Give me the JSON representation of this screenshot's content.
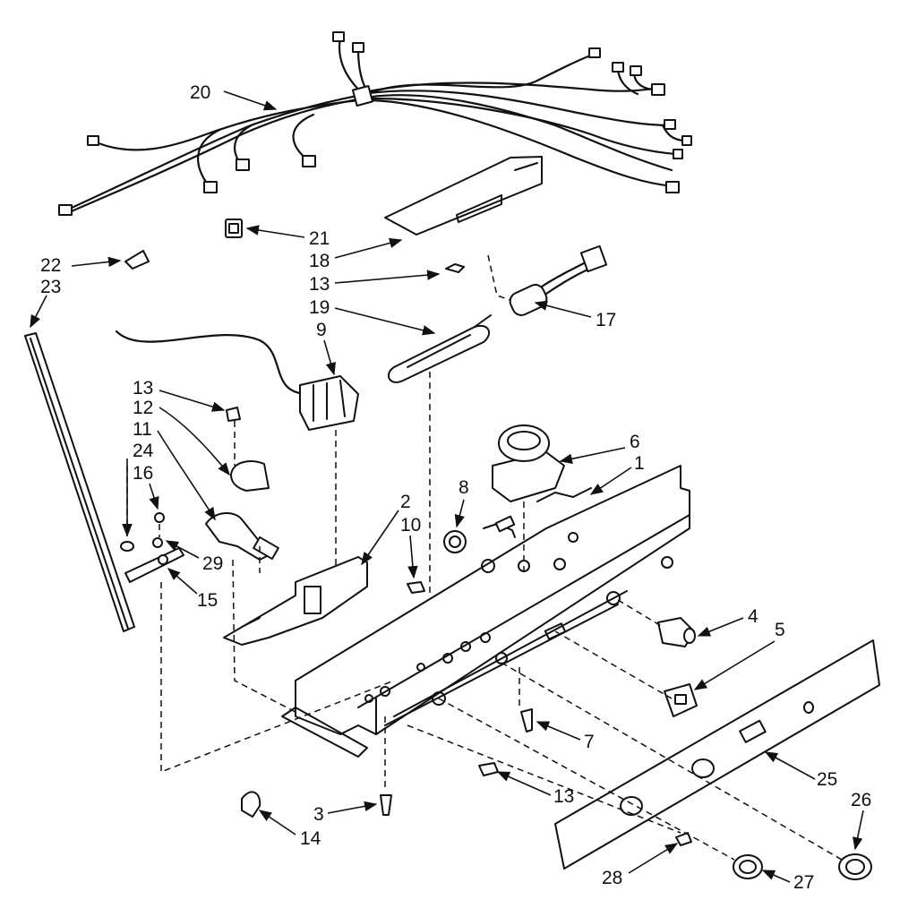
{
  "callouts": [
    {
      "id": "c20",
      "text": "20"
    },
    {
      "id": "c21",
      "text": "21"
    },
    {
      "id": "c18",
      "text": "18"
    },
    {
      "id": "c22",
      "text": "22"
    },
    {
      "id": "c23",
      "text": "23"
    },
    {
      "id": "c13a",
      "text": "13"
    },
    {
      "id": "c19",
      "text": "19"
    },
    {
      "id": "c17",
      "text": "17"
    },
    {
      "id": "c9",
      "text": "9"
    },
    {
      "id": "c13b",
      "text": "13"
    },
    {
      "id": "c12",
      "text": "12"
    },
    {
      "id": "c11",
      "text": "11"
    },
    {
      "id": "c24",
      "text": "24"
    },
    {
      "id": "c16",
      "text": "16"
    },
    {
      "id": "c29",
      "text": "29"
    },
    {
      "id": "c15",
      "text": "15"
    },
    {
      "id": "c6",
      "text": "6"
    },
    {
      "id": "c1",
      "text": "1"
    },
    {
      "id": "c8",
      "text": "8"
    },
    {
      "id": "c2",
      "text": "2"
    },
    {
      "id": "c10",
      "text": "10"
    },
    {
      "id": "c4",
      "text": "4"
    },
    {
      "id": "c5",
      "text": "5"
    },
    {
      "id": "c7",
      "text": "7"
    },
    {
      "id": "c13c",
      "text": "13"
    },
    {
      "id": "c25",
      "text": "25"
    },
    {
      "id": "c26",
      "text": "26"
    },
    {
      "id": "c3",
      "text": "3"
    },
    {
      "id": "c14",
      "text": "14"
    },
    {
      "id": "c28",
      "text": "28"
    },
    {
      "id": "c27",
      "text": "27"
    }
  ]
}
